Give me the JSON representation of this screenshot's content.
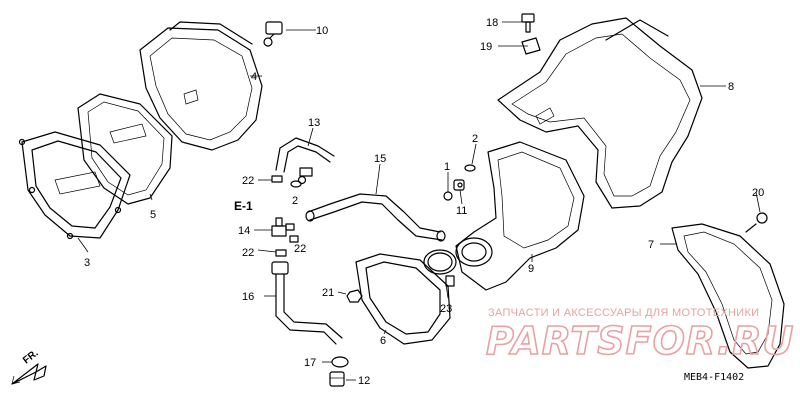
{
  "diagram": {
    "part_labels": {
      "p1": "1",
      "p2a": "2",
      "p2b": "2",
      "p3": "3",
      "p4": "4",
      "p5": "5",
      "p6": "6",
      "p7": "7",
      "p8": "8",
      "p9": "9",
      "p10": "10",
      "p11": "11",
      "p12": "12",
      "p13": "13",
      "p14": "14",
      "p15": "15",
      "p16": "16",
      "p17": "17",
      "p18": "18",
      "p19": "19",
      "p20": "20",
      "p21": "21",
      "p22a": "22",
      "p22b": "22",
      "p22c": "22",
      "p23": "23"
    },
    "section_ref": "E-1",
    "direction_marker": "FR.",
    "diagram_code": "MEB4-F1402"
  },
  "watermark": {
    "tagline": "ЗАПЧАСТИ И АКСЕССУАРЫ ДЛЯ МОТОТЕХНИКИ",
    "brand": "PARTSFOR.RU",
    "color": "#e8a2a2"
  }
}
